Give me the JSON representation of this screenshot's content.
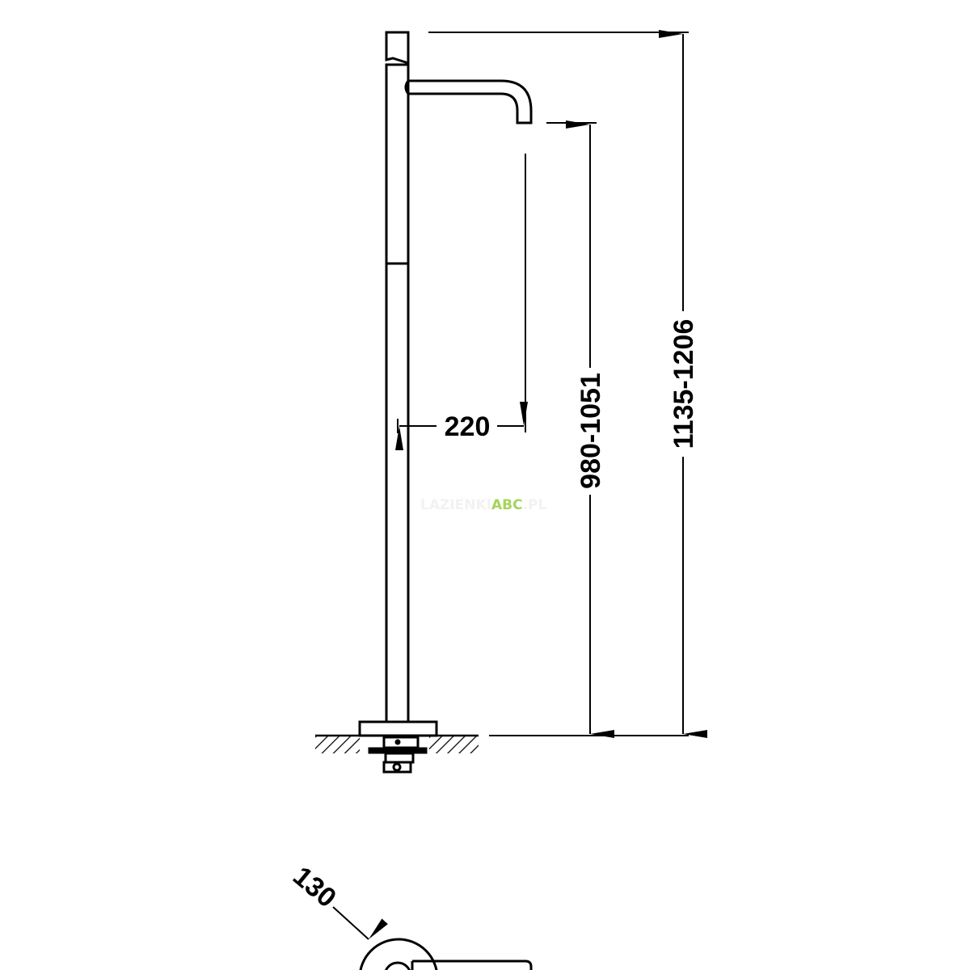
{
  "dimensions": {
    "total_height": "1135-1206",
    "spout_height": "980-1051",
    "spout_reach": "220",
    "base_diameter": "130"
  },
  "watermark": {
    "prefix": "LAZIENKI",
    "brand": "ABC",
    "suffix": ".PL"
  },
  "colors": {
    "line": "#000000",
    "watermark_brand": "#a6d35a",
    "watermark_faint": "#f2f2f2"
  }
}
